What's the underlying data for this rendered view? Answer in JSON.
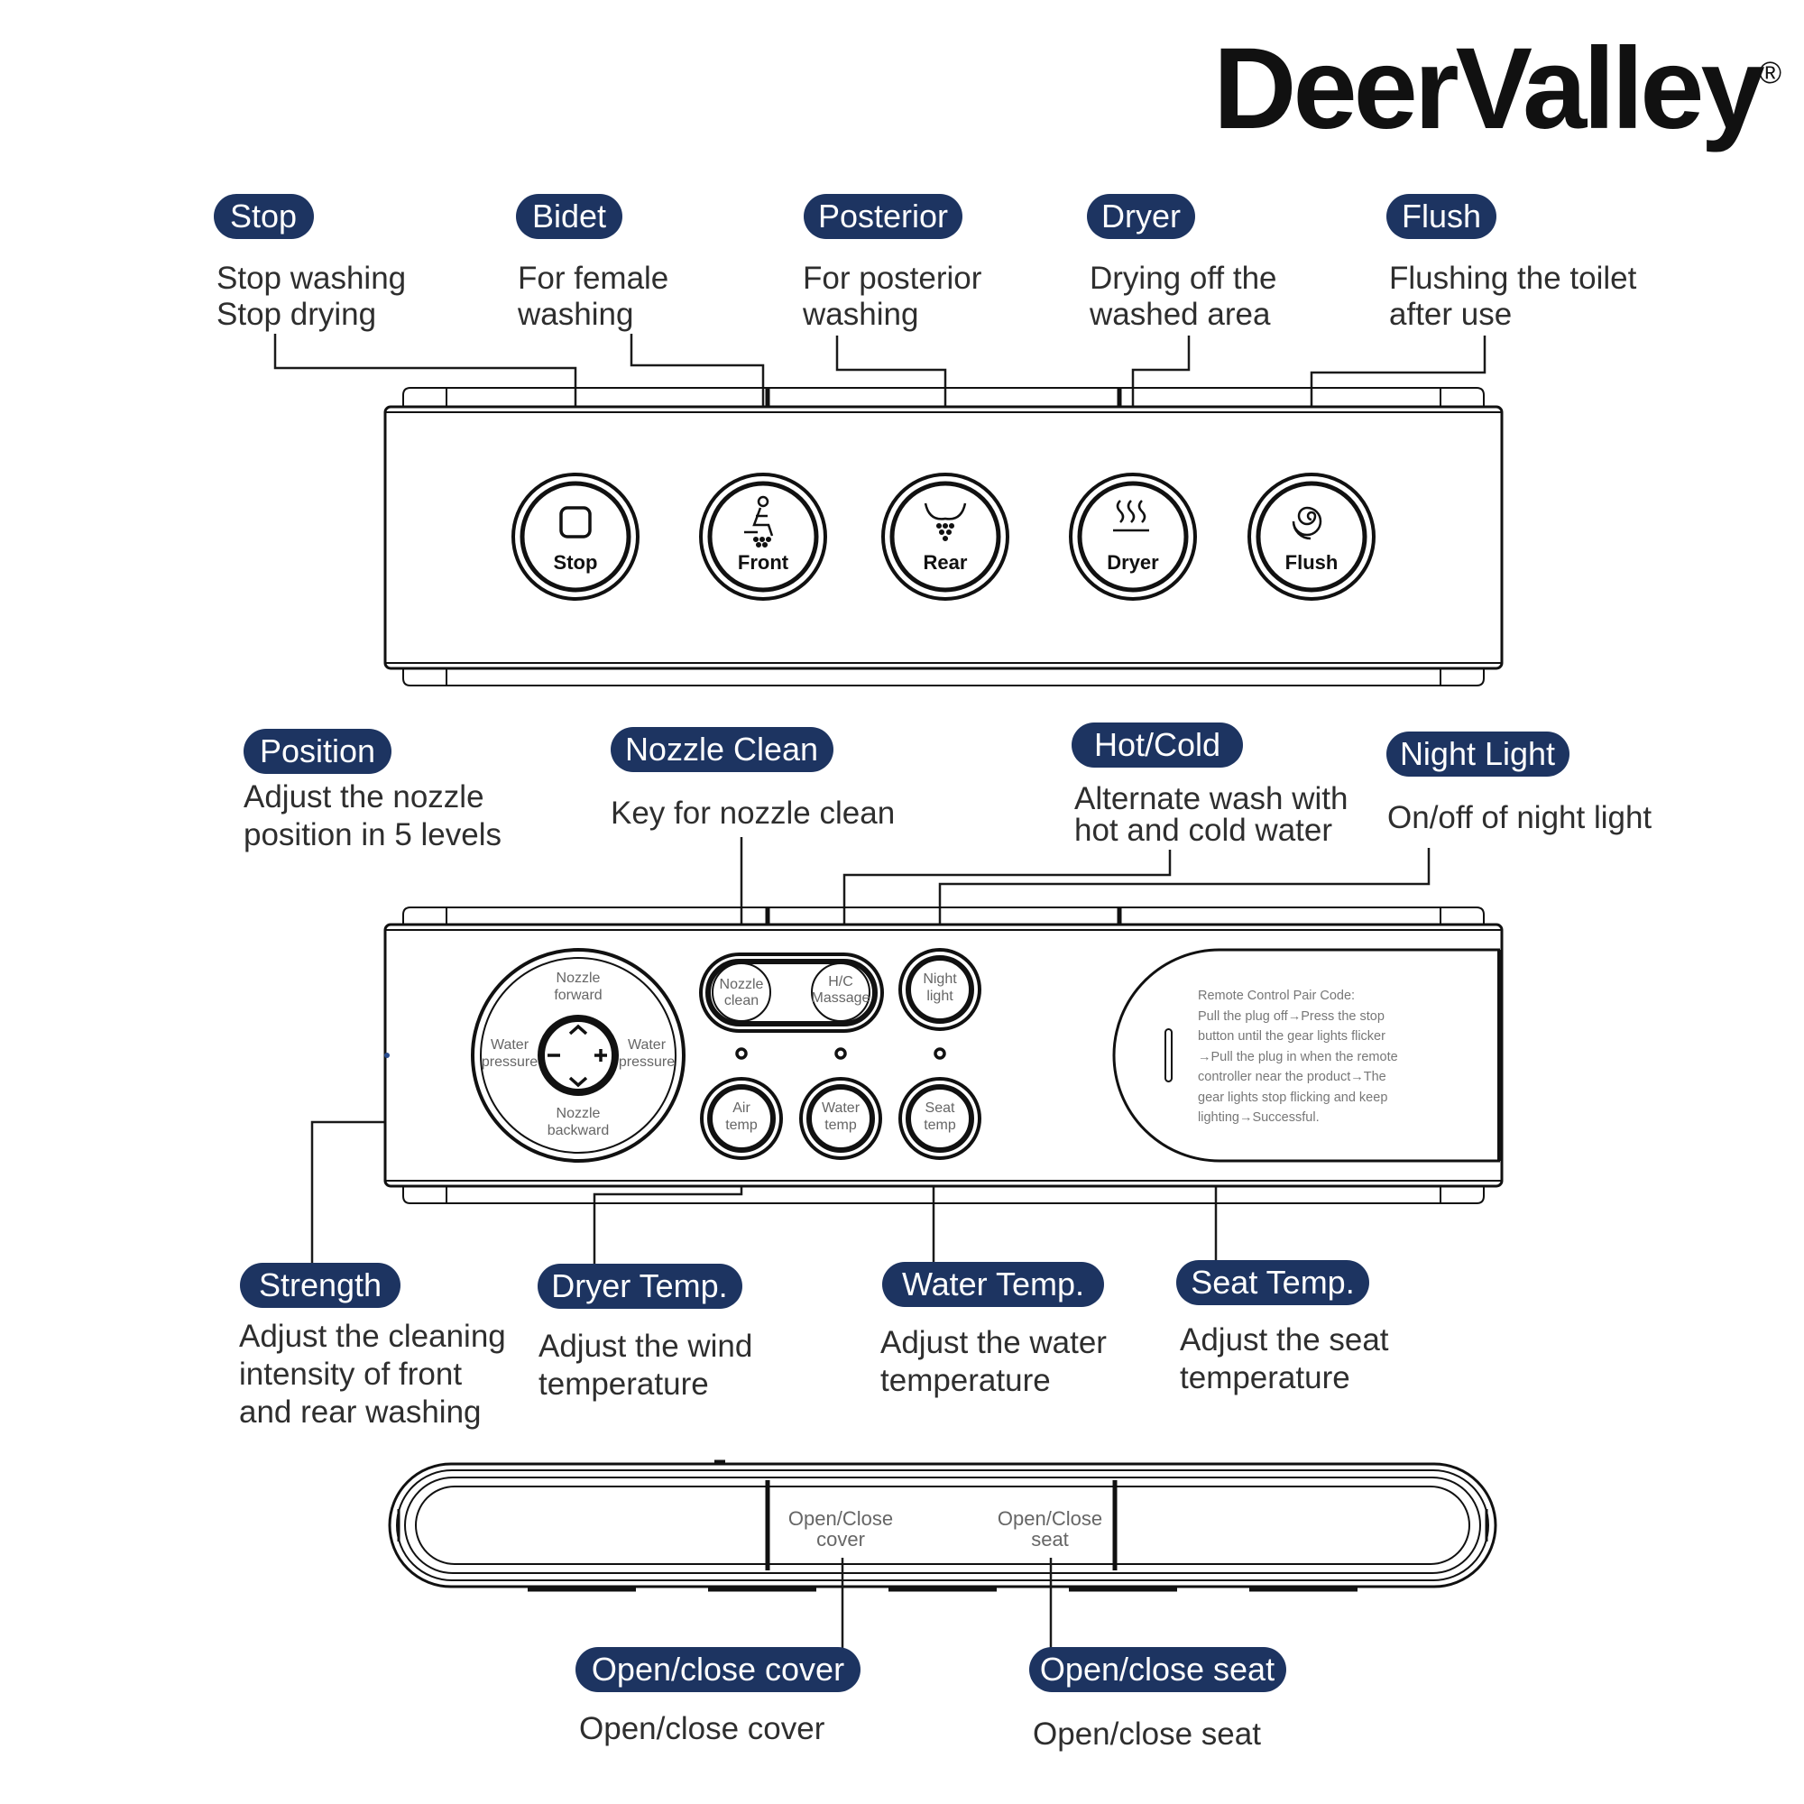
{
  "brand": {
    "name": "DeerValley",
    "reg": "®"
  },
  "panel1": {
    "callouts": [
      {
        "tag": "Stop",
        "lines": [
          "Stop washing",
          "Stop drying"
        ]
      },
      {
        "tag": "Bidet",
        "lines": [
          "For female",
          "washing"
        ]
      },
      {
        "tag": "Posterior",
        "lines": [
          "For posterior",
          "washing"
        ]
      },
      {
        "tag": "Dryer",
        "lines": [
          "Drying off the",
          "washed area"
        ]
      },
      {
        "tag": "Flush",
        "lines": [
          "Flushing the toilet",
          "after use"
        ]
      }
    ],
    "buttons": [
      {
        "label": "Stop",
        "icon": "square-icon"
      },
      {
        "label": "Front",
        "icon": "front-wash-icon"
      },
      {
        "label": "Rear",
        "icon": "rear-wash-icon"
      },
      {
        "label": "Dryer",
        "icon": "heat-waves-icon"
      },
      {
        "label": "Flush",
        "icon": "swirl-icon"
      }
    ]
  },
  "panel2": {
    "callouts_top": [
      {
        "tag": "Position",
        "lines": [
          "Adjust the nozzle",
          "position in 5 levels"
        ]
      },
      {
        "tag": "Nozzle Clean",
        "lines": [
          "Key for nozzle clean"
        ]
      },
      {
        "tag": "Hot/Cold",
        "lines": [
          "Alternate wash with",
          "hot and cold water"
        ]
      },
      {
        "tag": "Night Light",
        "lines": [
          "On/off of night light"
        ]
      }
    ],
    "callouts_bottom": [
      {
        "tag": "Strength",
        "lines": [
          "Adjust the cleaning",
          " intensity of front",
          "and rear washing"
        ]
      },
      {
        "tag": "Dryer Temp.",
        "lines": [
          "Adjust the wind",
          " temperature"
        ]
      },
      {
        "tag": "Water Temp.",
        "lines": [
          "Adjust the water",
          " temperature"
        ]
      },
      {
        "tag": "Seat Temp.",
        "lines": [
          "Adjust the seat",
          "temperature"
        ]
      }
    ],
    "dial": {
      "top": [
        "Nozzle",
        "forward"
      ],
      "bottom": [
        "Nozzle",
        "backward"
      ],
      "left": [
        "Water",
        "pressure"
      ],
      "right": [
        "Water",
        "pressure"
      ]
    },
    "buttons": {
      "nozzle_clean": [
        "Nozzle",
        "clean"
      ],
      "hc_massage": [
        "H/C",
        "Massage"
      ],
      "night_light": [
        "Night",
        "light"
      ],
      "air_temp": [
        "Air",
        "temp"
      ],
      "water_temp": [
        "Water",
        "temp"
      ],
      "seat_temp": [
        "Seat",
        "temp"
      ]
    },
    "pair_note": [
      "Remote Control Pair Code:",
      "Pull the plug off→Press the stop",
      "button until the gear lights flicker",
      "→Pull the plug in when the remote",
      "controller near the product→The",
      "gear lights stop flicking and keep",
      "lighting→Successful."
    ]
  },
  "panel3": {
    "cover_label": [
      "Open/Close",
      "cover"
    ],
    "seat_label": [
      "Open/Close",
      "seat"
    ],
    "callouts": [
      {
        "tag": "Open/close cover",
        "lines": [
          "Open/close cover"
        ]
      },
      {
        "tag": "Open/close seat",
        "lines": [
          "Open/close seat"
        ]
      }
    ]
  },
  "colors": {
    "tag_fill": "#1d3461",
    "tag_text": "#ffffff",
    "line": "#111111",
    "body_text": "#2e2e2e"
  }
}
